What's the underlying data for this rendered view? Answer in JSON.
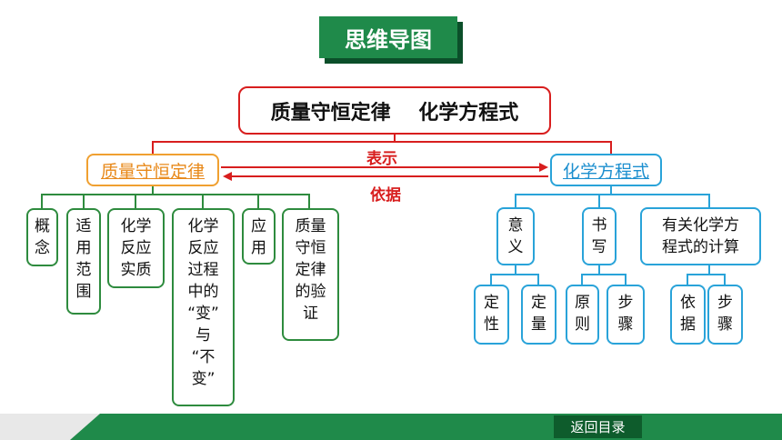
{
  "header": {
    "title": "思维导图"
  },
  "root": {
    "label": "质量守恒定律    化学方程式"
  },
  "branches": {
    "left": "质量守恒定律",
    "right": "化学方程式",
    "relation_top": "表示",
    "relation_bottom": "依据"
  },
  "left_items": [
    "概\n念",
    "适\n用\n范\n围",
    "化学\n反应\n实质",
    "化学\n反应\n过程\n中的\n“变”\n与\n“不\n变”",
    "应\n用",
    "质量\n守恒\n定律\n的验\n证"
  ],
  "right_items": [
    "意\n义",
    "书\n写",
    "有关化学方\n程式的计算"
  ],
  "right_sub_items": [
    "定\n性",
    "定\n量",
    "原\n则",
    "步\n骤",
    "依\n据",
    "步\n骤"
  ],
  "footer": {
    "return_label": "返回目录"
  },
  "colors": {
    "green": "#1f8a4a",
    "red": "#d81e1e",
    "orange": "#e8891a",
    "blue": "#29a3d9"
  }
}
